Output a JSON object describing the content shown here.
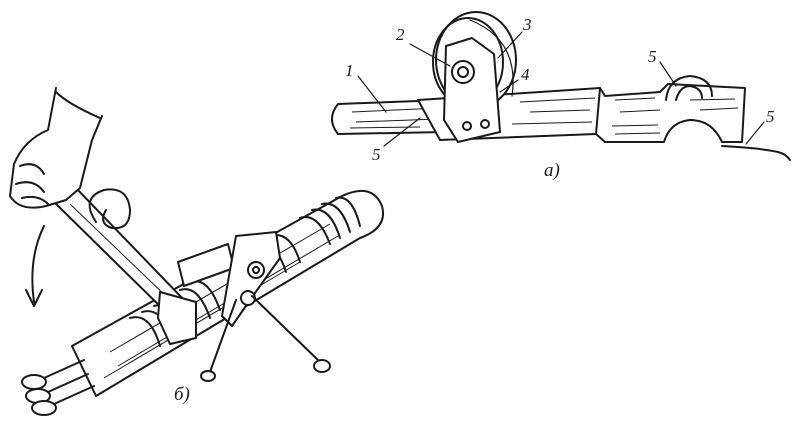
{
  "figure_a": {
    "caption": "а)",
    "callouts": {
      "c1": "1",
      "c2": "2",
      "c3": "3",
      "c4": "4",
      "c5_left": "5",
      "c5_top": "5",
      "c5_right": "5"
    }
  },
  "figure_b": {
    "caption": "б)"
  }
}
